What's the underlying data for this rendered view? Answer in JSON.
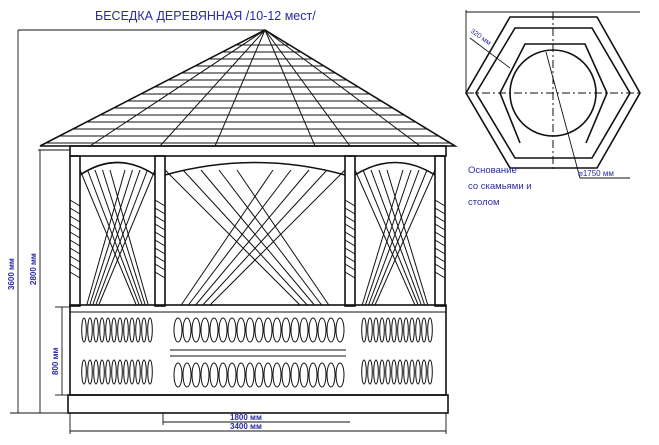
{
  "title": "БЕСЕДКА ДЕРЕВЯННАЯ  /10-12 мест/",
  "dimensions": {
    "total_height": "3600 мм",
    "eave_height": "2800 мм",
    "railing_height": "800 мм",
    "inner_width": "1800 мм",
    "total_width": "3400 мм"
  },
  "plan": {
    "wall_thickness": "320 мм",
    "table_diameter": "⌀1750 мм",
    "caption_lines": [
      "Основание",
      "со  скамьями и",
      "столом"
    ]
  },
  "colors": {
    "label": "#2a2aa8",
    "line": "#111111"
  }
}
